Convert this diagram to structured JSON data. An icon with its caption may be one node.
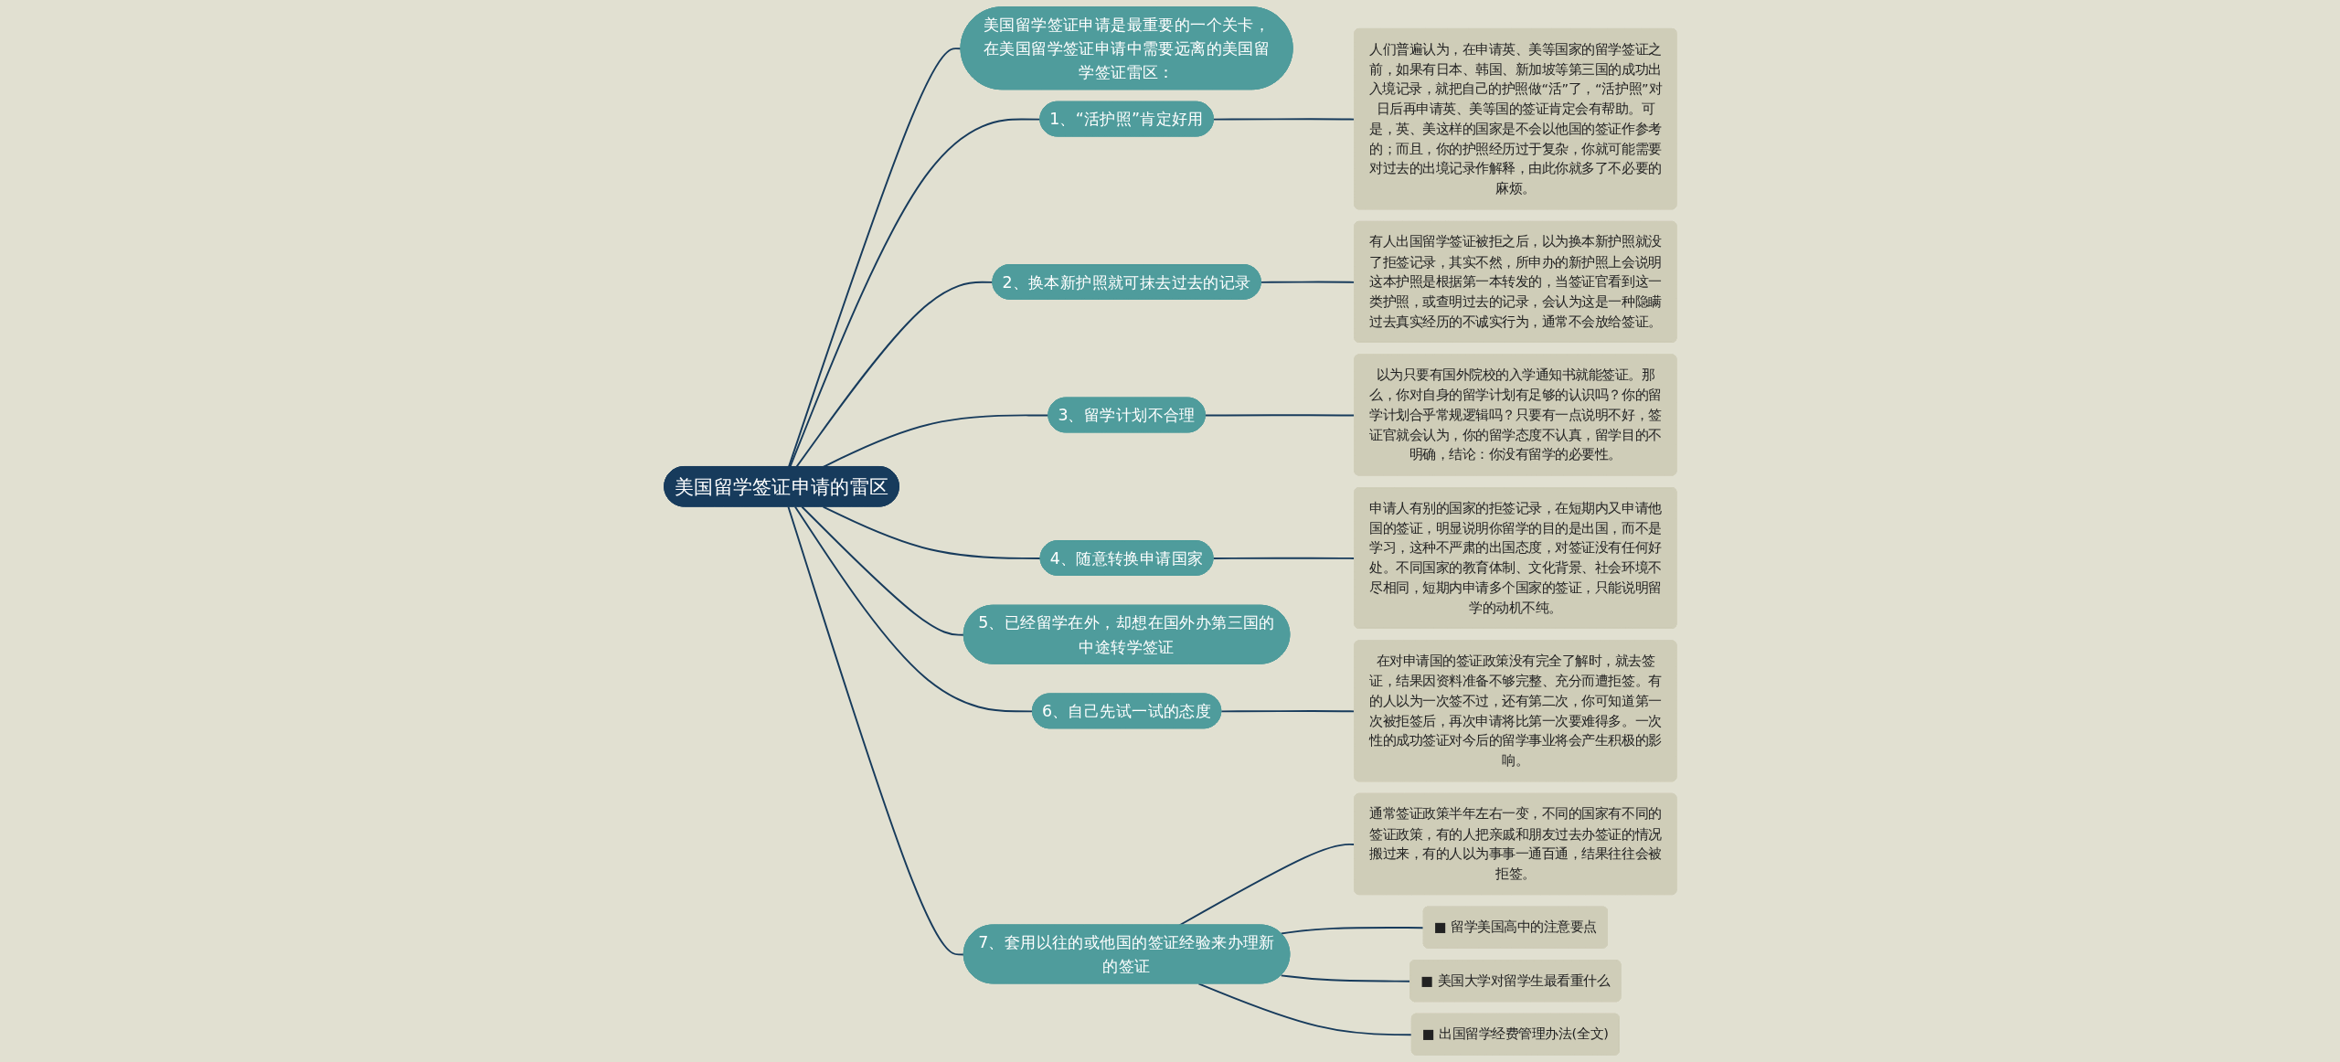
{
  "diagram": {
    "nodes": [
      {
        "text": [
          "美国留学签证申请的雷区"
        ]
      },
      {
        "text": [
          "美国留学签证申请是最重要的一个关卡，在美国留学签证申请中需要远离的美国留学签证雷区："
        ]
      },
      {
        "text": [
          "1、“活护照”肯定好用"
        ]
      },
      {
        "text": [
          "人们普遍认为，在申请英、美等国家的留学签证之前，如果有日本、韩国、新加坡等第三国的成功出入境记录，就把自己的护照做“活”了，“活护照”对日后再申请英、美等国的签证肯定会有帮助。可是，英、美这样的国家是不会以他国的签证作参考的；而且，你的护照经历过于复杂，你就可能需要对过去的出境记录作解释，由此你就多了不必要的麻烦。"
        ]
      },
      {
        "text": [
          "2、换本新护照就可抹去过去的记录"
        ]
      },
      {
        "text": [
          "有人出国留学签证被拒之后，以为换本新护照就没了拒签记录，其实不然，所申办的新护照上会说明这本护照是根据第一本转发的，当签证官看到这一类护照，或查明过去的记录，会认为这是一种隐瞒过去真实经历的不诚实行为，通常不会放给签证。"
        ]
      },
      {
        "text": [
          "3、留学计划不合理"
        ]
      },
      {
        "text": [
          "以为只要有国外院校的入学通知书就能签证。那么，你对自身的留学计划有足够的认识吗？你的留学计划合乎常规逻辑吗？只要有一点说明不好，签证官就会认为，你的留学态度不认真，留学目的不明确，结论：你没有留学的必要性。"
        ]
      },
      {
        "text": [
          "4、随意转换申请国家"
        ]
      },
      {
        "text": [
          "申请人有别的国家的拒签记录，在短期内又申请他国的签证，明显说明你留学的目的是出国，而不是学习，这种不严肃的出国态度，对签证没有任何好处。不同国家的教育体制、文化背景、社会环境不尽相同，短期内申请多个国家的签证，只能说明留学的动机不纯。"
        ]
      },
      {
        "text": [
          "5、已经留学在外，却想在国外办第三国的中途转学签证"
        ]
      },
      {
        "text": [
          "6、自己先试一试的态度"
        ]
      },
      {
        "text": [
          "在对申请国的签证政策没有完全了解时，就去签证，结果因资料准备不够完整、充分而遭拒签。有的人以为一次签不过，还有第二次，你可知道第一次被拒签后，再次申请将比第一次要难得多。一次性的成功签证对今后的留学事业将会产生积极的影响。"
        ]
      },
      {
        "text": [
          "7、套用以往的或他国的签证经验来办理新的签证"
        ]
      },
      {
        "text": [
          "通常签证政策半年左右一变，不同的国家有不同的签证政策，有的人把亲戚和朋友过去办签证的情况搬过来，有的人以为事事一通百通，结果往往会被拒签。"
        ]
      },
      {
        "text": [
          "■ 留学美国高中的注意要点"
        ]
      },
      {
        "text": [
          "■ 美国大学对留学生最看重什么"
        ]
      },
      {
        "text": [
          "■ 出国留学经费管理办法(全文)"
        ]
      }
    ],
    "edges": [
      {
        "from": 0,
        "to": 1,
        "arrow": "none"
      },
      {
        "from": 0,
        "to": 2,
        "arrow": "none"
      },
      {
        "from": 2,
        "to": 3,
        "arrow": "none"
      },
      {
        "from": 0,
        "to": 4,
        "arrow": "none"
      },
      {
        "from": 4,
        "to": 5,
        "arrow": "none"
      },
      {
        "from": 0,
        "to": 6,
        "arrow": "none"
      },
      {
        "from": 6,
        "to": 7,
        "arrow": "none"
      },
      {
        "from": 0,
        "to": 8,
        "arrow": "none"
      },
      {
        "from": 8,
        "to": 9,
        "arrow": "none"
      },
      {
        "from": 0,
        "to": 10,
        "arrow": "none"
      },
      {
        "from": 0,
        "to": 11,
        "arrow": "none"
      },
      {
        "from": 11,
        "to": 12,
        "arrow": "none"
      },
      {
        "from": 0,
        "to": 13,
        "arrow": "none"
      },
      {
        "from": 13,
        "to": 14,
        "arrow": "none"
      },
      {
        "from": 13,
        "to": 15,
        "arrow": "none"
      },
      {
        "from": 13,
        "to": 16,
        "arrow": "none"
      },
      {
        "from": 13,
        "to": 17,
        "arrow": "none"
      }
    ]
  }
}
